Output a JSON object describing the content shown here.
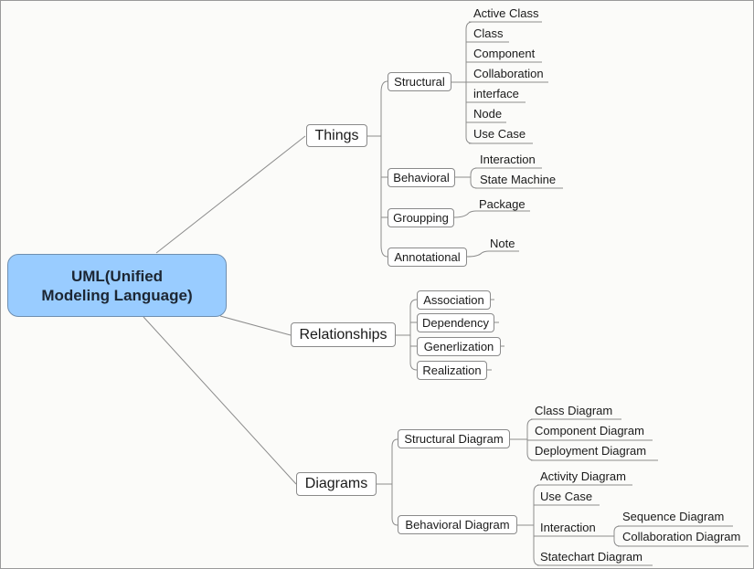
{
  "root": {
    "line1": "UML(Unified",
    "line2": "Modeling Language)"
  },
  "things": {
    "label": "Things",
    "structural": {
      "label": "Structural",
      "items": [
        "Active Class",
        "Class",
        "Component",
        "Collaboration",
        "interface",
        "Node",
        "Use Case"
      ]
    },
    "behavioral": {
      "label": "Behavioral",
      "items": [
        "Interaction",
        "State Machine"
      ]
    },
    "groupping": {
      "label": "Groupping",
      "items": [
        "Package"
      ]
    },
    "annotational": {
      "label": "Annotational",
      "items": [
        "Note"
      ]
    }
  },
  "relationships": {
    "label": "Relationships",
    "items": [
      "Association",
      "Dependency",
      "Generlization",
      "Realization"
    ]
  },
  "diagrams": {
    "label": "Diagrams",
    "structural": {
      "label": "Structural Diagram",
      "items": [
        "Class Diagram",
        "Component Diagram",
        "Deployment Diagram"
      ]
    },
    "behavioral": {
      "label": "Behavioral Diagram",
      "activity": "Activity Diagram",
      "use_case": "Use Case",
      "interaction": {
        "label": "Interaction",
        "items": [
          "Sequence Diagram",
          "Collaboration Diagram"
        ]
      },
      "statechart": "Statechart Diagram"
    }
  },
  "colors": {
    "root_fill": "#99ccff",
    "line": "#8c8c8c",
    "background": "#fbfbf9"
  }
}
